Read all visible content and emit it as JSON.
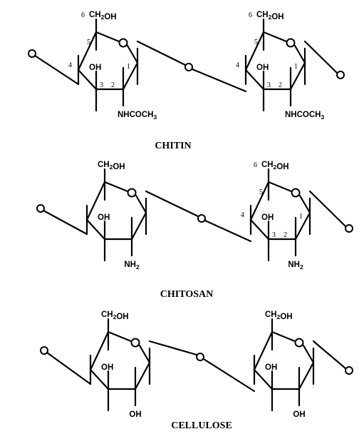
{
  "polymers": [
    {
      "name": "CHITIN",
      "units": [
        {
          "c6": "CH2OH",
          "oh": "OH",
          "sub": "NHCOCH3",
          "nums": {
            "c6": "6",
            "c5": "5",
            "c4": "4",
            "c3": "3",
            "c2": "2",
            "c1": "1"
          }
        },
        {
          "c6": "CH2OH",
          "oh": "OH",
          "sub": "NHCOCH3",
          "nums": {
            "c6": "6",
            "c5": "5",
            "c4": "4",
            "c3": "3",
            "c2": "2",
            "c1": "1"
          }
        }
      ]
    },
    {
      "name": "CHITOSAN",
      "units": [
        {
          "c6": "CH2OH",
          "oh": "OH",
          "sub": "NH2"
        },
        {
          "c6": "CH2OH",
          "oh": "OH",
          "sub": "NH2",
          "nums": {
            "c6": "6",
            "c5": "5",
            "c4": "4",
            "c3": "3",
            "c2": "2",
            "c1": "1"
          }
        }
      ]
    },
    {
      "name": "CELLULOSE",
      "units": [
        {
          "c6": "CH2OH",
          "oh": "OH",
          "sub": "OH"
        },
        {
          "c6": "CH2OH",
          "oh": "OH",
          "sub": "OH"
        }
      ]
    }
  ]
}
